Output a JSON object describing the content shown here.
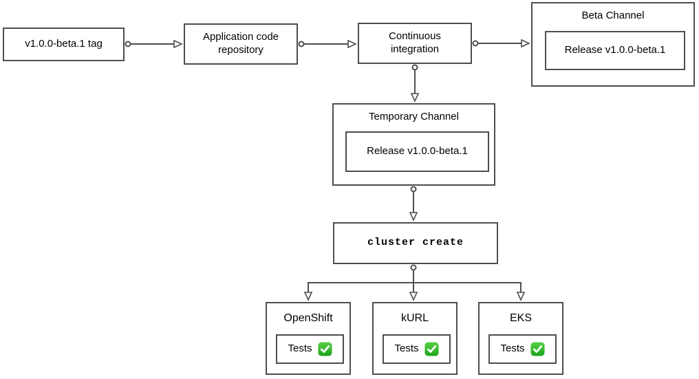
{
  "diagram": {
    "nodes": {
      "tag": {
        "label": "v1.0.0-beta.1 tag"
      },
      "repo": {
        "label": "Application code repository"
      },
      "ci": {
        "label": "Continuous integration"
      },
      "beta_channel": {
        "title": "Beta Channel",
        "release_label": "Release v1.0.0-beta.1"
      },
      "temp_channel": {
        "title": "Temporary Channel",
        "release_label": "Release v1.0.0-beta.1"
      },
      "cluster_create": {
        "label": "cluster create"
      }
    },
    "clusters": [
      {
        "title": "OpenShift",
        "tests_label": "Tests",
        "status_icon": "green-check-mark-icon",
        "status": "passed"
      },
      {
        "title": "kURL",
        "tests_label": "Tests",
        "status_icon": "green-check-mark-icon",
        "status": "passed"
      },
      {
        "title": "EKS",
        "tests_label": "Tests",
        "status_icon": "green-check-mark-icon",
        "status": "passed"
      }
    ],
    "colors": {
      "stroke": "#4d4d4d",
      "background": "#ffffff",
      "text": "#000000",
      "check_green_light": "#58d045",
      "check_green_dark": "#1ba51b",
      "check_mark": "#ffffff"
    },
    "connector_style": {
      "source_terminal": "small-open-circle",
      "target_terminal": "open-triangle-arrow"
    }
  }
}
